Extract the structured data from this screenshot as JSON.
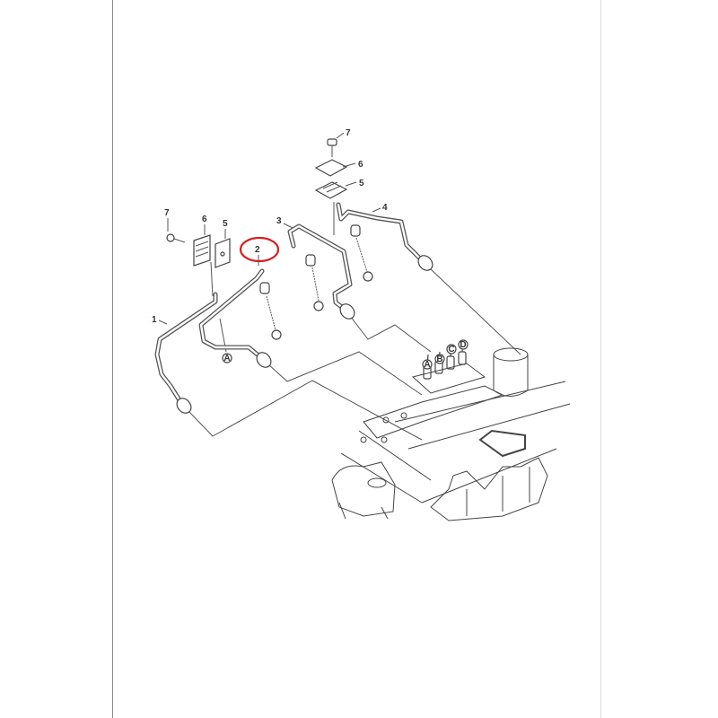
{
  "diagram": {
    "title": "Fuel injection pipe assembly",
    "callouts": {
      "pipe_1": "1",
      "pipe_2": "2",
      "pipe_3": "3",
      "pipe_4": "4",
      "clamp_5_left": "5",
      "clamp_6_left": "6",
      "bolt_7_left": "7",
      "clamp_5_right": "5",
      "clamp_6_right": "6",
      "bolt_7_right": "7"
    },
    "connection_marks": [
      "A",
      "A",
      "B",
      "C",
      "D"
    ],
    "highlight": {
      "part": "2",
      "color": "#d22020"
    }
  }
}
